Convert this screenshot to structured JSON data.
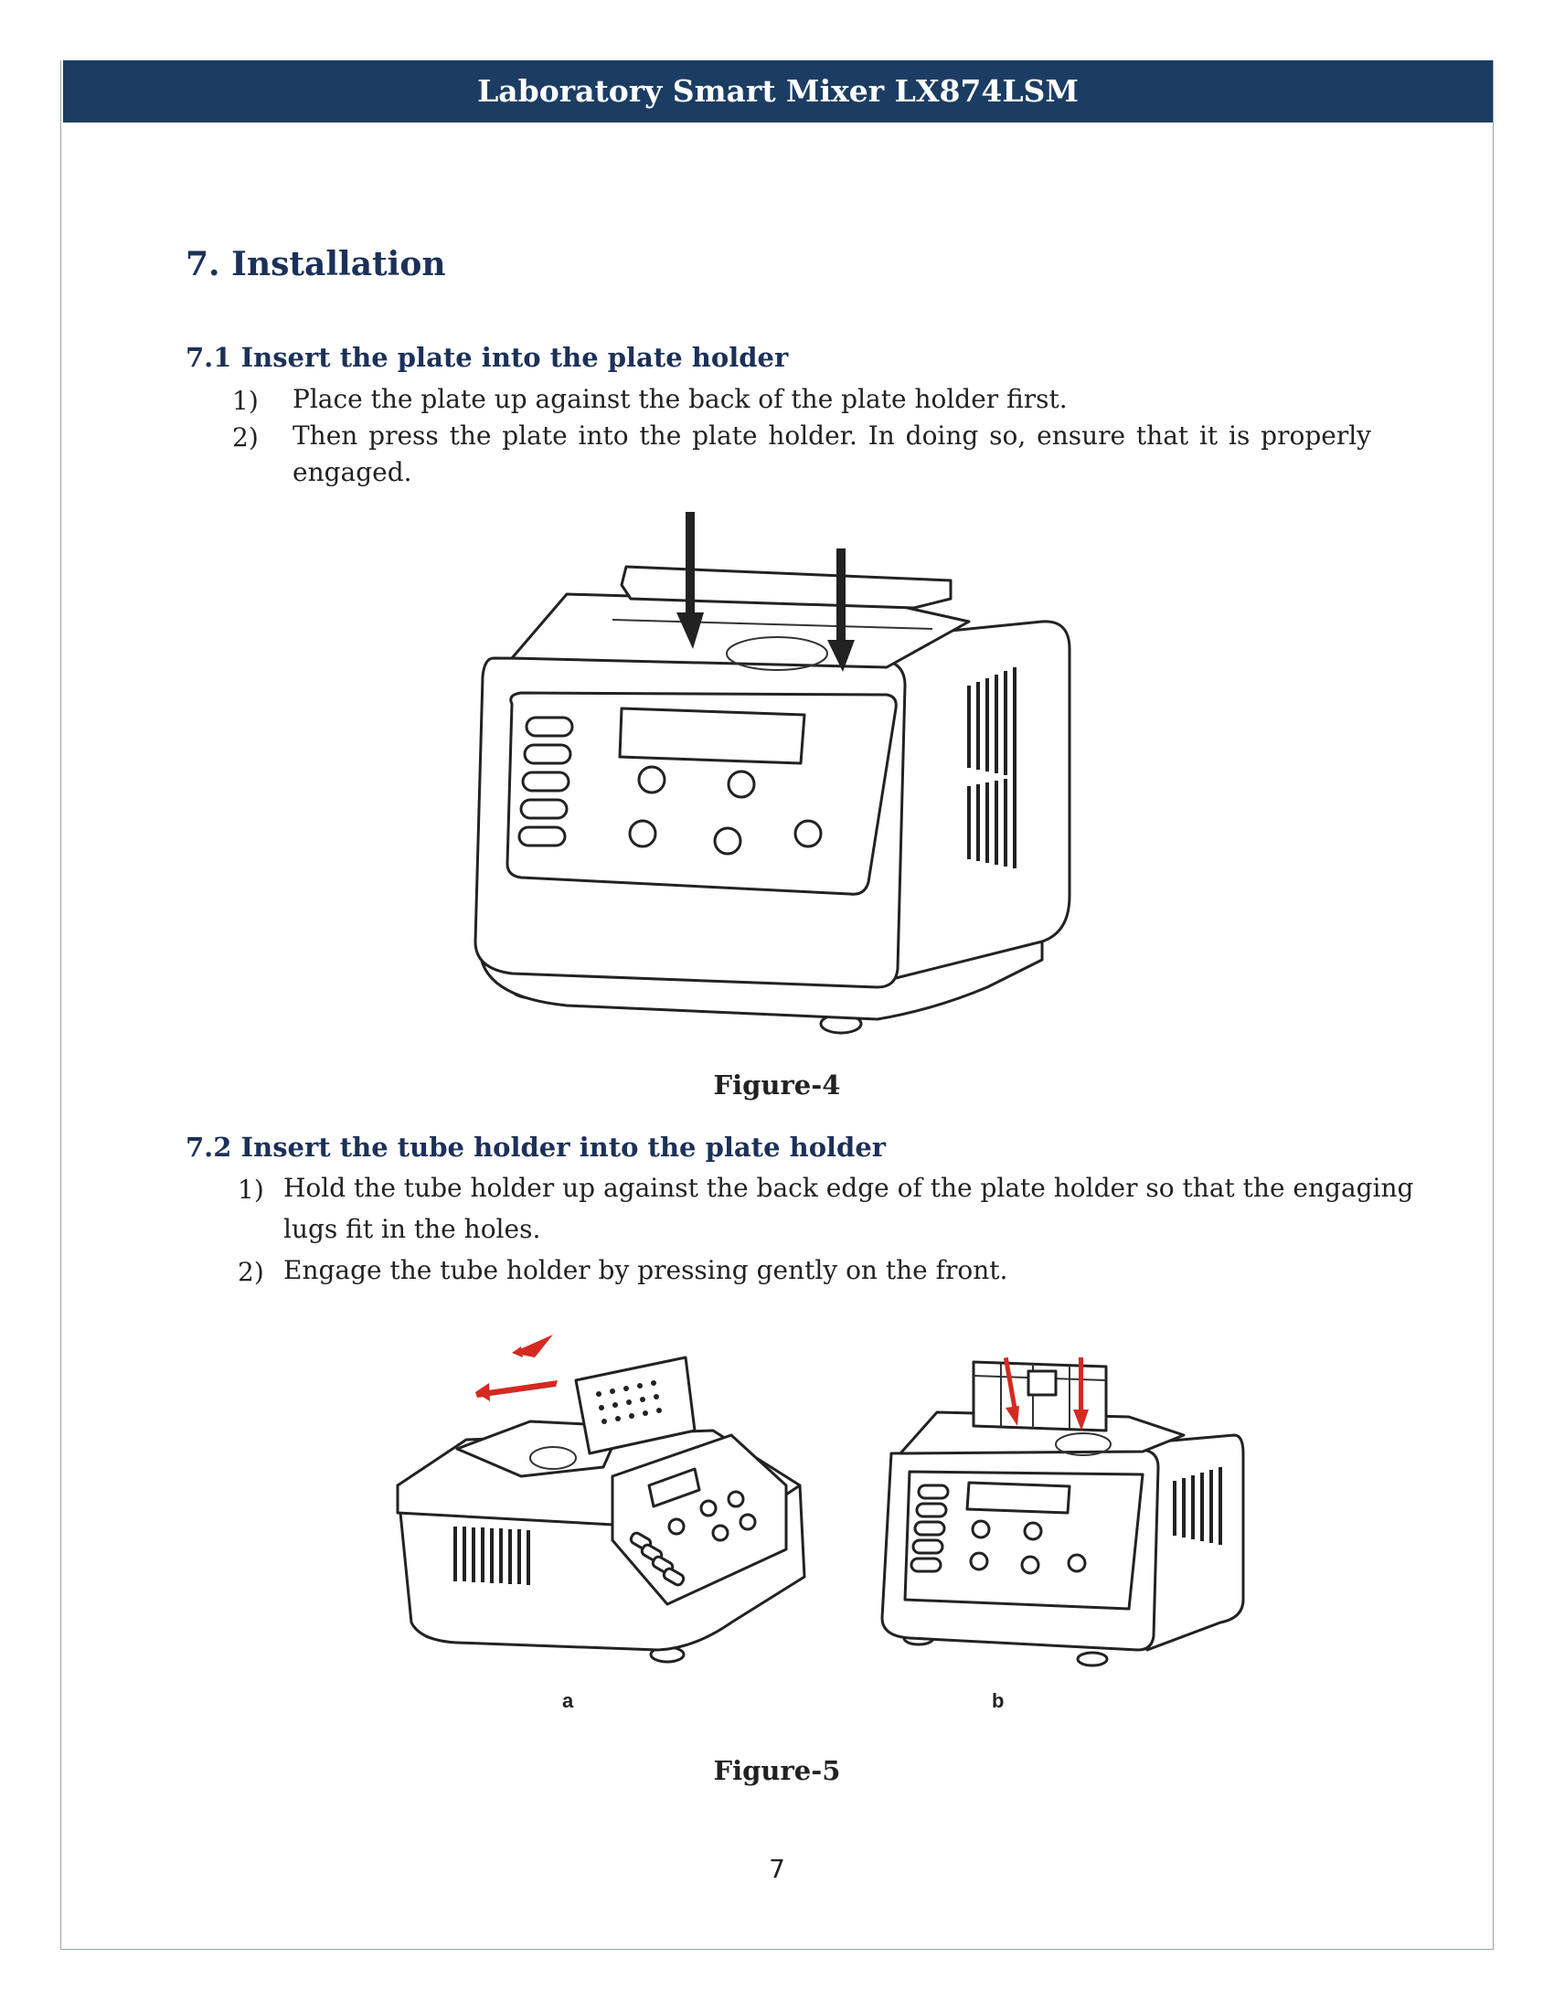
{
  "header": {
    "title": "Laboratory Smart Mixer LX874LSM"
  },
  "section": {
    "title": "7.  Installation"
  },
  "sub1": {
    "title": "7.1 Insert the plate into the plate holder",
    "steps": [
      {
        "num": "1)",
        "text": "Place the plate up against the back of the plate holder first."
      },
      {
        "num": "2)",
        "text_line1": "Then press the plate into the plate holder. In doing so, ensure that it is properly",
        "text_line2": "engaged."
      }
    ],
    "figure_caption": "Figure-4"
  },
  "sub2": {
    "title": "7.2 Insert the tube holder into the plate holder",
    "steps": [
      {
        "num": "1)",
        "text_line1": "Hold the tube holder up against the back edge of the plate holder so that the engaging",
        "text_line2": "lugs fit in the holes."
      },
      {
        "num": "2)",
        "text": "Engage the tube holder by pressing gently on the front."
      }
    ],
    "figure_labels": [
      "a",
      "b"
    ],
    "figure_caption": "Figure-5"
  },
  "page_number": "7",
  "colors": {
    "header_bg": "#1c3d63",
    "heading": "#1c3159",
    "arrow_red": "#d42a20"
  },
  "icons": {
    "fig4": "mixer-plate-illustration",
    "fig5a": "mixer-tube-holder-insert-illustration",
    "fig5b": "mixer-tube-holder-press-illustration"
  }
}
